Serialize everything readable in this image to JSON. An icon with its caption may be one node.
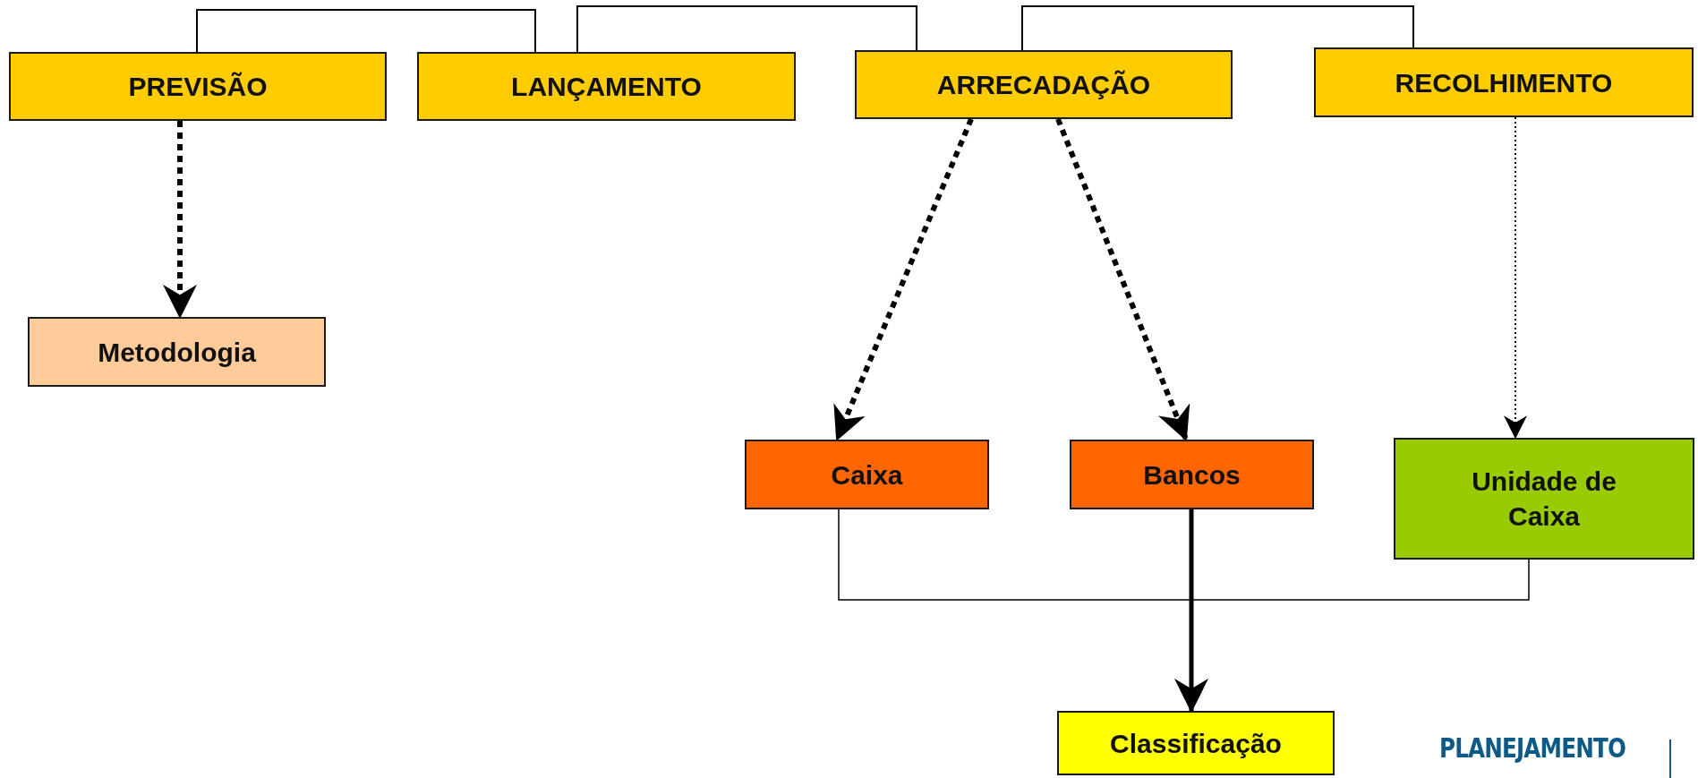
{
  "diagram": {
    "nodes": [
      {
        "text": [
          "PREVISÃO"
        ]
      },
      {
        "text": [
          "LANÇAMENTO"
        ]
      },
      {
        "text": [
          "ARRECADAÇÃO"
        ]
      },
      {
        "text": [
          "RECOLHIMENTO"
        ]
      },
      {
        "text": [
          "Metodologia"
        ]
      },
      {
        "text": [
          "Caixa"
        ]
      },
      {
        "text": [
          "Bancos"
        ]
      },
      {
        "text": [
          "Unidade de Caixa"
        ]
      },
      {
        "text": [
          "Classificação"
        ]
      }
    ],
    "edges": [
      {
        "from": 0,
        "to": 1,
        "arrow": "none"
      },
      {
        "from": 1,
        "to": 2,
        "arrow": "none"
      },
      {
        "from": 2,
        "to": 3,
        "arrow": "none"
      },
      {
        "from": 0,
        "to": 4,
        "arrow": "to",
        "style": "dashed"
      },
      {
        "from": 2,
        "to": 5,
        "arrow": "to",
        "style": "dashed"
      },
      {
        "from": 2,
        "to": 6,
        "arrow": "to",
        "style": "dashed"
      },
      {
        "from": 3,
        "to": 7,
        "arrow": "to",
        "style": "dashed"
      },
      {
        "from": 5,
        "to": 8,
        "arrow": "to"
      },
      {
        "from": 6,
        "to": 8,
        "arrow": "to",
        "style": "thick"
      },
      {
        "from": 7,
        "to": 8,
        "arrow": "to"
      }
    ],
    "labels": [
      "PLANEJAMENTO"
    ]
  }
}
